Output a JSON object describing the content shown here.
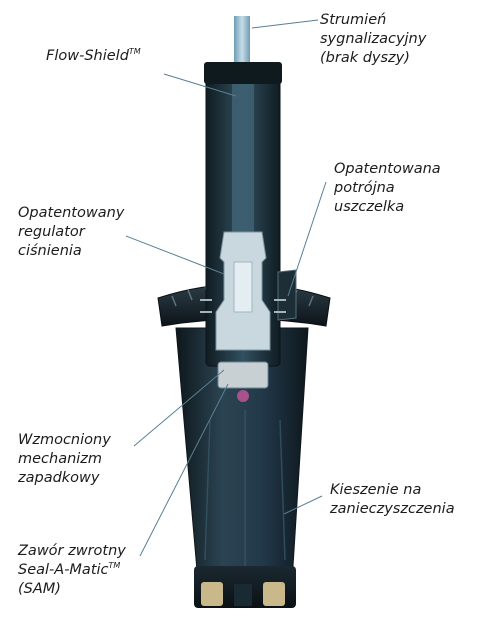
{
  "callouts": {
    "flow_shield": {
      "text": "Flow-Shield",
      "sup": "TM"
    },
    "stream": {
      "lines": [
        "Strumień",
        "sygnalizacyjny",
        "(brak dyszy)"
      ]
    },
    "seal": {
      "lines": [
        "Opatentowana",
        "potrójna",
        "uszczelka"
      ]
    },
    "regulator": {
      "lines": [
        "Opatentowany",
        "regulator",
        "ciśnienia"
      ]
    },
    "ratchet": {
      "lines": [
        "Wzmocniony",
        "mechanizm",
        "zapadkowy"
      ]
    },
    "pockets": {
      "lines": [
        "Kieszenie na",
        "zanieczyszczenia"
      ]
    },
    "valve": {
      "line1": "Zawór zwrotny",
      "line2": "Seal-A-Matic",
      "line2_sup": "TM",
      "line3": "(SAM)"
    }
  },
  "colors": {
    "body_dark": "#1a2a33",
    "body_mid": "#2b4452",
    "body_edge": "#0e171c",
    "stream": "#8fb8cc",
    "internals": "#c9d8df",
    "leader": "#5a7f93",
    "label": "#1c1c1c"
  }
}
